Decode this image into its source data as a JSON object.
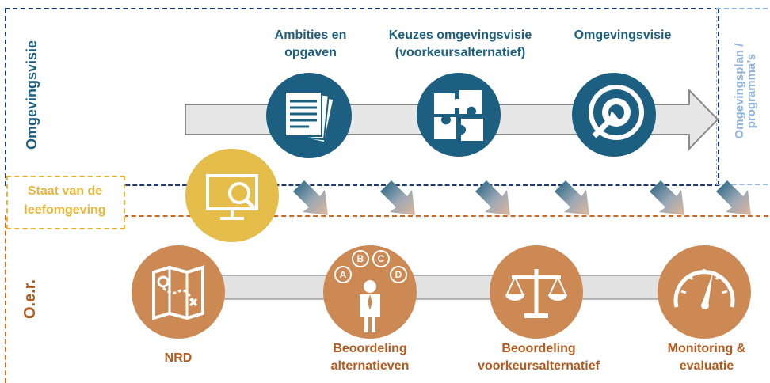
{
  "sections": {
    "top_label": "Omgevingsvisie",
    "middle_label": "Staat van de leefomgeving",
    "bottom_label": "O.e.r.",
    "right_label": "Omgevingsplan / programma’s"
  },
  "top_steps": [
    {
      "label": "Ambities en opgaven",
      "icon": "documents-icon"
    },
    {
      "label": "Keuzes omgevingsvisie (voorkeursalternatief)",
      "icon": "puzzle-icon"
    },
    {
      "label": "Omgevingsvisie",
      "icon": "target-icon"
    }
  ],
  "middle_step": {
    "icon": "monitor-magnifier-icon"
  },
  "bottom_steps": [
    {
      "label": "NRD",
      "icon": "map-icon"
    },
    {
      "label": "Beoordeling alternatieven",
      "icon": "person-options-icon",
      "options": [
        "A",
        "B",
        "C",
        "D"
      ]
    },
    {
      "label": "Beoordeling voorkeursalternatief",
      "icon": "scales-icon"
    },
    {
      "label": "Monitoring & evaluatie",
      "icon": "gauge-icon"
    }
  ],
  "colors": {
    "blue": "#1c5f80",
    "dark_blue": "#14476a",
    "orange": "#cd8954",
    "orange_text": "#b45a1e",
    "gold": "#e4bd4b",
    "gold_text": "#e9b53b",
    "light_blue": "#8fb4dc",
    "arrow_gray": "#e7e7e7"
  }
}
